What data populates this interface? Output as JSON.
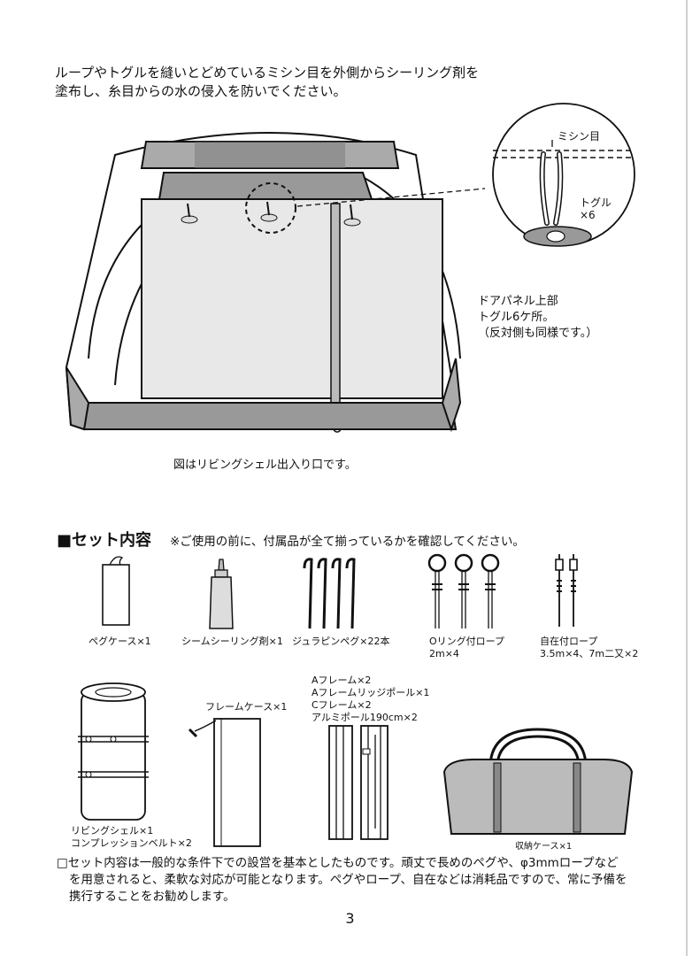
{
  "intro": {
    "line1": "ループやトグルを縫いとどめているミシン目を外側からシーリング剤を",
    "line2": "塗布し、糸目からの水の侵入を防いでください。"
  },
  "diagram": {
    "callout_stitch": "ミシン目",
    "callout_toggle_1": "トグル",
    "callout_toggle_2": "×6",
    "door_note": [
      "ドアパネル上部",
      "トグル6ケ所。",
      "（反対側も同様です。）"
    ],
    "caption": "図はリビングシェル出入り口です。"
  },
  "set_contents": {
    "title": "■セット内容",
    "note": "※ご使用の前に、付属品が全て揃っているかを確認してください。",
    "items": [
      {
        "label": "ペグケース×1"
      },
      {
        "label": "シームシーリング剤×1"
      },
      {
        "label": "ジュラピンペグ×22本"
      },
      {
        "label": "Oリング付ロープ",
        "label2": "2m×4"
      },
      {
        "label": "自在付ロープ",
        "label2": "3.5m×4、7m二又×2"
      },
      {
        "label": "リビングシェル×1",
        "label2": "コンプレッションベルト×2"
      },
      {
        "label": "フレームケース×1"
      },
      {
        "label": "Aフレーム×2",
        "label2": "Aフレームリッジポール×1",
        "label3": "Cフレーム×2",
        "label4": "アルミポール190cm×2"
      },
      {
        "label": "収納ケース×1"
      }
    ]
  },
  "footer": {
    "line1": "□セット内容は一般的な条件下での設営を基本としたものです。頑丈で長めのペグや、φ3mmロープなど",
    "line2": "を用意されると、柔軟な対応が可能となります。ペグやロープ、自在などは消耗品ですので、常に予備を",
    "line3": "携行することをお勧めします。"
  },
  "page_number": "3"
}
